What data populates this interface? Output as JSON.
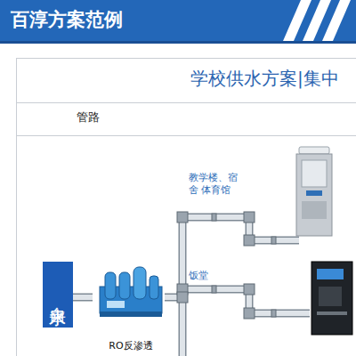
{
  "diagram": {
    "title": "学校供水方案|集中",
    "nodes": [
      {
        "text": [
          "自来水"
        ]
      },
      {
        "text": [
          "RO反渗透"
        ]
      }
    ],
    "edges": [
      {
        "from": 0,
        "to": 1,
        "arrow": "none"
      }
    ],
    "labels": [
      "百淳方案范例",
      "管路",
      "教学楼、宿舍 体育馆",
      "饭堂"
    ]
  }
}
